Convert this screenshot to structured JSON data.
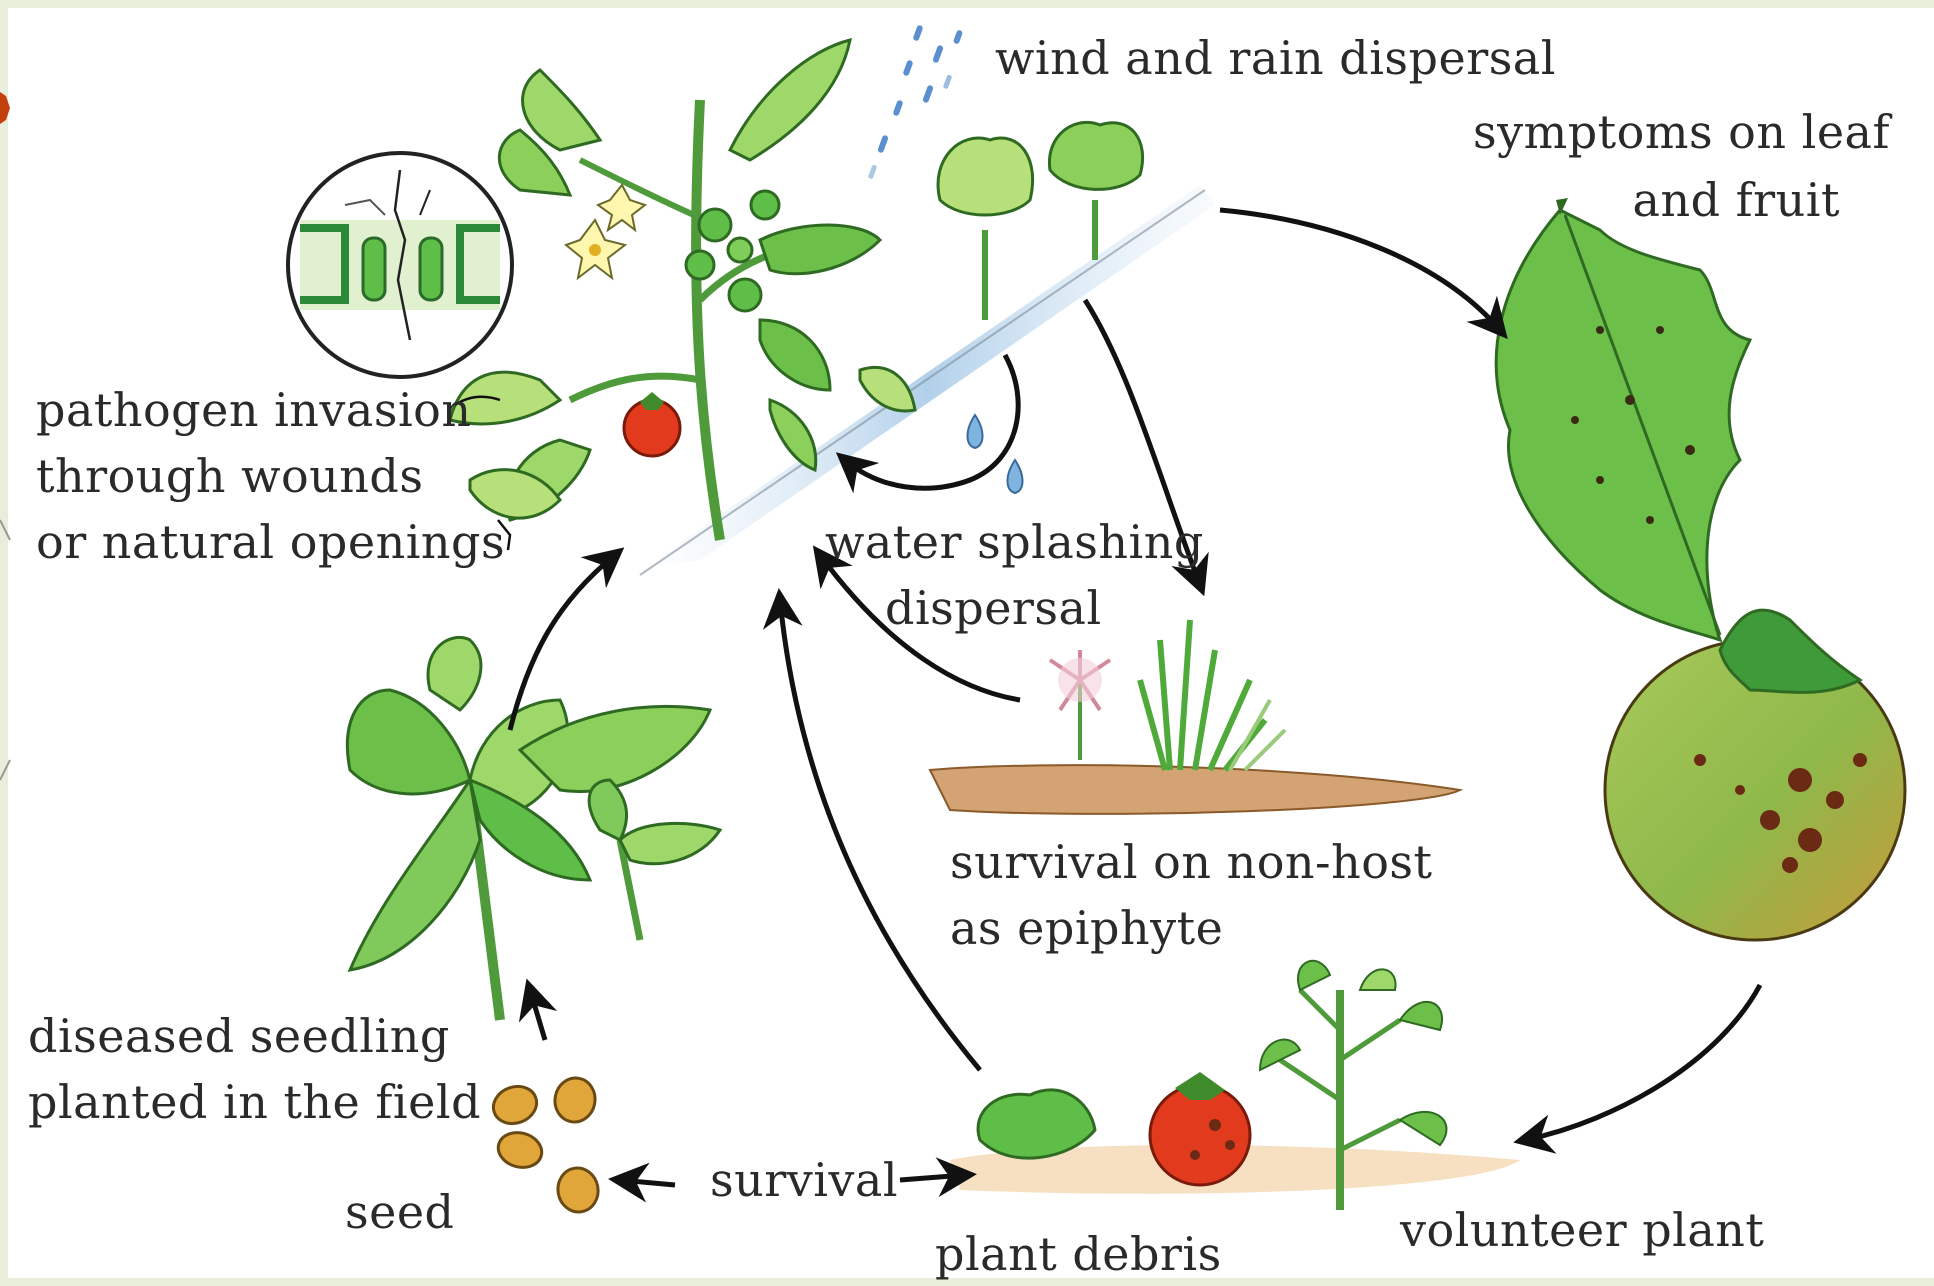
{
  "labels": {
    "wind_rain": "wind and rain dispersal",
    "symptoms_line1": "symptoms on leaf",
    "symptoms_line2": "and fruit",
    "pathogen_line1": "pathogen invasion",
    "pathogen_line2": "through wounds",
    "pathogen_line3": "or natural openings",
    "water_line1": "water splashing",
    "water_line2": "dispersal",
    "nonhost_line1": "survival on non-host",
    "nonhost_line2": "as epiphyte",
    "seedling_line1": "diseased seedling",
    "seedling_line2": "planted in the field",
    "seed": "seed",
    "survival": "survival",
    "debris": "plant debris",
    "volunteer": "volunteer plant"
  },
  "colors": {
    "background": "#ffffff",
    "border": "#e9eedb",
    "leaf_light": "#9fd86a",
    "leaf_mid": "#5fbe47",
    "leaf_dark": "#2f8a2e",
    "tomato_red": "#e23a1c",
    "fruit_green": "#8fb84a",
    "fruit_tan": "#c99a3a",
    "spot": "#6a2a14",
    "soil": "#d4a373",
    "water_blue": "#a9cbe8",
    "arrow": "#111111",
    "seed": "#e1a63a"
  }
}
